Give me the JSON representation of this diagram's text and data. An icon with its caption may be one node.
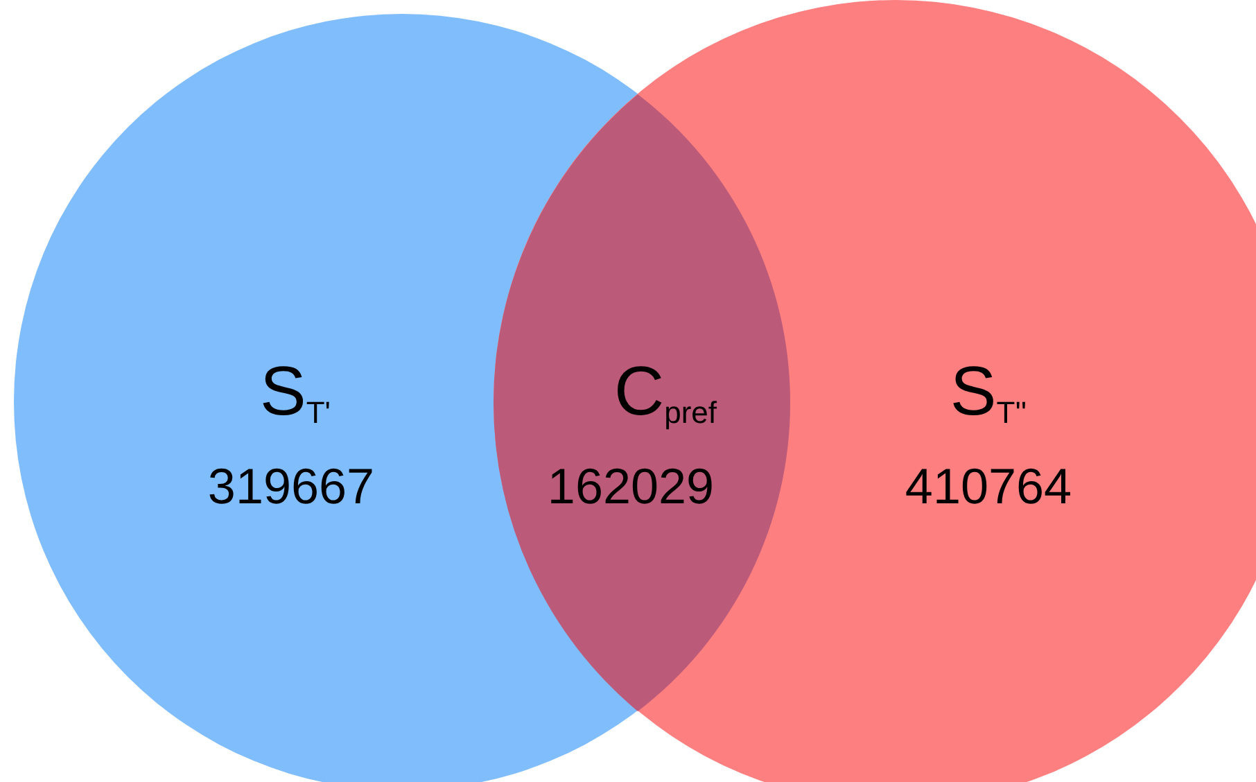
{
  "diagram": {
    "nodes": [
      {
        "text": [
          "S$_{T'}$",
          "319667"
        ]
      },
      {
        "text": [
          "C$_{pref}$",
          "162029"
        ]
      },
      {
        "text": [
          "S$_{T''}$",
          "410764"
        ]
      }
    ]
  }
}
